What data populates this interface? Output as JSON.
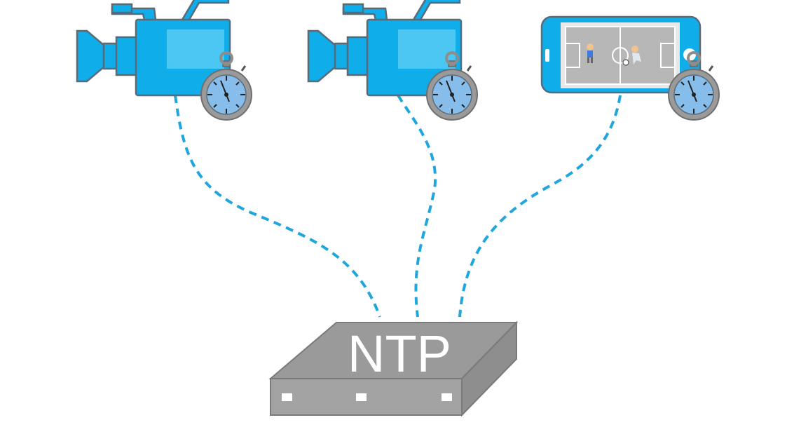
{
  "server": {
    "label": "NTP"
  },
  "devices": [
    {
      "name": "video-camera-1",
      "icon": "video-camera-icon",
      "clock_icon": "stopwatch-icon"
    },
    {
      "name": "video-camera-2",
      "icon": "video-camera-icon",
      "clock_icon": "stopwatch-icon"
    },
    {
      "name": "smartphone",
      "icon": "smartphone-icon",
      "screen_content": "soccer-field-icon",
      "clock_icon": "stopwatch-icon"
    }
  ],
  "colors": {
    "device_blue": "#10adeb",
    "screen_blue": "#4cc6f2",
    "link_blue": "#1fa6dd",
    "server_gray": "#9a9a9a",
    "clock_face": "#86bdea",
    "field_gray": "#b7b7b7"
  }
}
